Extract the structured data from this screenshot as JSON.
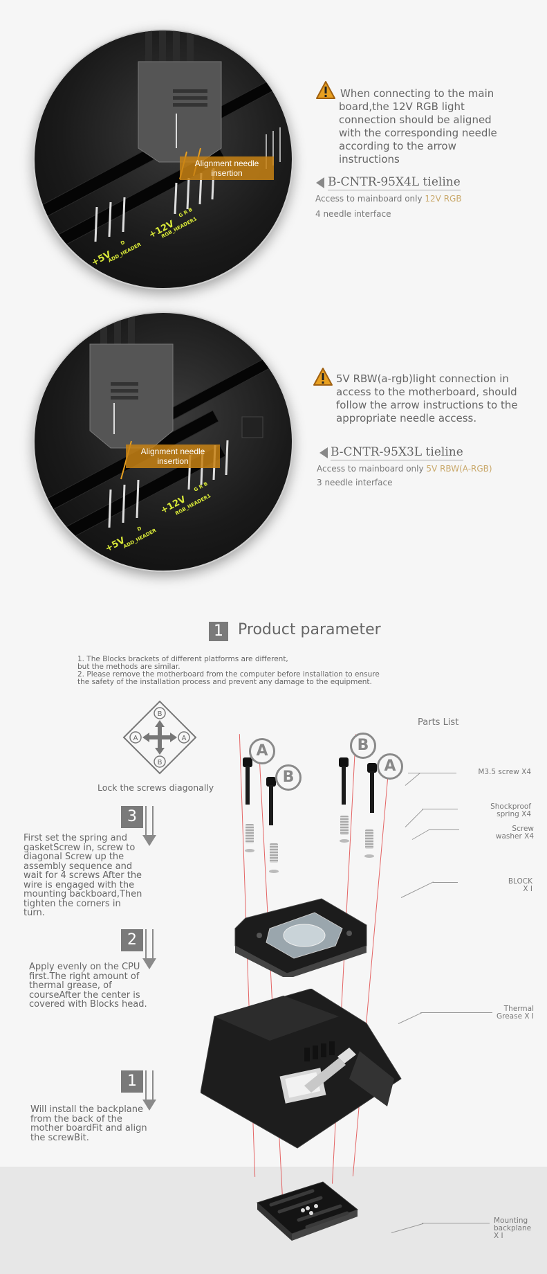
{
  "section1": {
    "warning_text": "When connecting to the main board,the 12V RGB light connection should be aligned with the corresponding needle according to the arrow instructions",
    "model": "B-CNTR-95X4L tieline",
    "access_prefix": "Access to mainboard only ",
    "access_highlight": "12V RGB",
    "interface": "4 needle interface",
    "tag": "Alignment needle insertion",
    "board_label_12v": "+12V",
    "board_label_12v_pins": "G R B",
    "board_label_12v_header": "RGB_HEADER1",
    "board_label_5v": "+5V",
    "board_label_5v_pin": "D",
    "board_label_5v_header": "ADD_HEADER"
  },
  "section2": {
    "warning_text": "5V RBW(a-rgb)light connection in access to the motherboard, should follow the arrow instructions to the appropriate needle access.",
    "model": "B-CNTR-95X3L tieline",
    "access_prefix": "Access to mainboard only ",
    "access_highlight": "5V RBW(A-RGB)",
    "interface": "3 needle interface",
    "tag": "Alignment needle insertion",
    "board_label_12v": "+12V",
    "board_label_12v_pins": "G R B",
    "board_label_12v_header": "RGB_HEADER1",
    "board_label_5v": "+5V",
    "board_label_5v_pin": "D",
    "board_label_5v_header": "ADD_HEADER"
  },
  "product": {
    "number": "1",
    "title": "Product parameter",
    "note1": "1. The Blocks  brackets of different platforms are different,",
    "note1b": "but the methods are similar.",
    "note2": "2. Please remove the motherboard from the computer before installation to ensure",
    "note2b": "the safety of the installation process and prevent any damage to the equipment."
  },
  "diagram": {
    "lock_label": "Lock the screws diagonally",
    "letter_a": "A",
    "letter_b": "B",
    "parts_list_title": "Parts List"
  },
  "steps": [
    {
      "num": "3",
      "text": "First set the spring and gasketScrew in, screw to diagonal Screw up the assembly sequence and wait for 4 screws After the wire is engaged with the mounting backboard,Then tighten the corners in turn."
    },
    {
      "num": "2",
      "text": "Apply evenly on the CPU first.The right amount of thermal grease, of courseAfter the center is covered with Blocks  head."
    },
    {
      "num": "1",
      "text": "Will install the backplane from the back of the mother boardFit and align the screwBit."
    }
  ],
  "parts": [
    {
      "line1": "M3.5 screw X4",
      "line2": ""
    },
    {
      "line1": "Shockproof",
      "line2": "spring X4"
    },
    {
      "line1": "Screw",
      "line2": "washer X4"
    },
    {
      "line1": "BLOCK",
      "line2": "X I"
    },
    {
      "line1": "Thermal",
      "line2": "Grease X I"
    },
    {
      "line1": "Mounting",
      "line2": "backplane",
      "line3": "X I"
    }
  ]
}
